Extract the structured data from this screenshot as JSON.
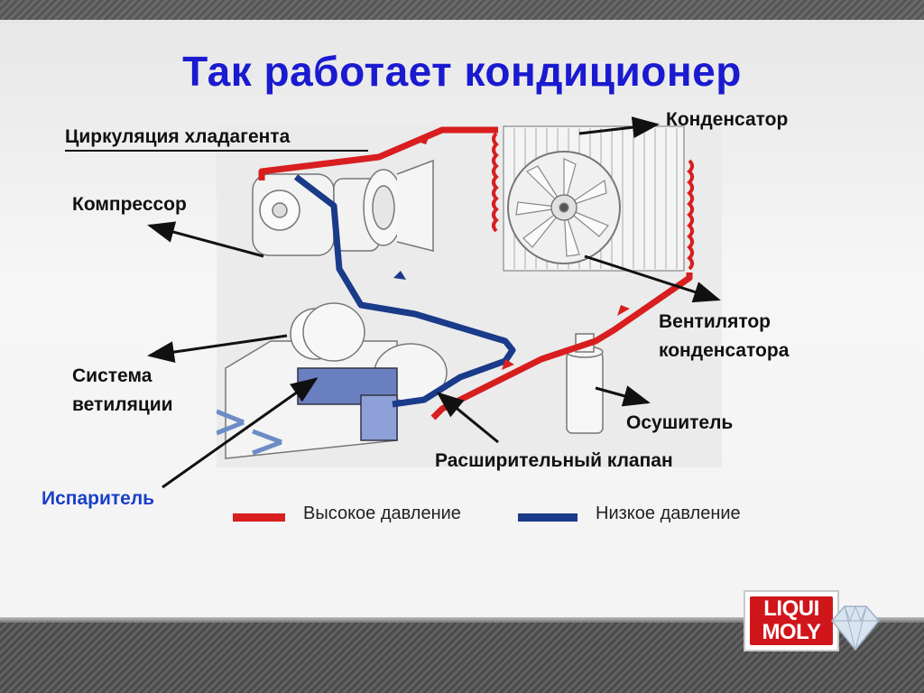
{
  "title": "Так работает кондиционер",
  "labels": {
    "circulation": "Циркуляция хладагента",
    "compressor": "Компрессор",
    "condenser": "Конденсатор",
    "fan_line1": "Вентилятор",
    "fan_line2": "конденсатора",
    "ventilation_line1": "Система",
    "ventilation_line2": "ветиляции",
    "dryer": "Осушитель",
    "expansion_valve": "Расширительный клапан",
    "evaporator": "Испаритель"
  },
  "legend": {
    "high": "Высокое давление",
    "low": "Низкое давление"
  },
  "colors": {
    "high_pressure": "#d81e1e",
    "low_pressure": "#1a3a8a",
    "title": "#1a1ad0"
  },
  "logo": {
    "line1": "LIQUI",
    "line2": "MOLY"
  }
}
